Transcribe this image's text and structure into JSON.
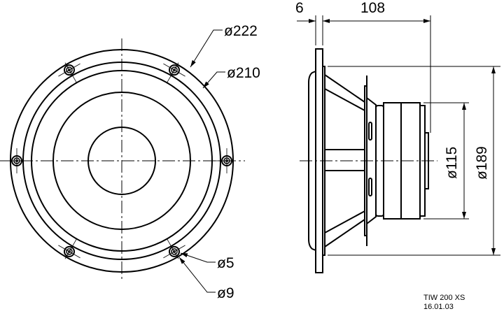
{
  "drawing": {
    "front_view": {
      "dim_outer": "ø222",
      "dim_bolt_circle": "ø210",
      "dim_hole": "ø5",
      "dim_hole_head": "ø9"
    },
    "side_view": {
      "dim_flange": "6",
      "dim_depth": "108",
      "dim_magnet": "ø115",
      "dim_cutout": "ø189"
    },
    "title_block": {
      "model": "TIW 200 XS",
      "date": "16.01.03"
    }
  }
}
